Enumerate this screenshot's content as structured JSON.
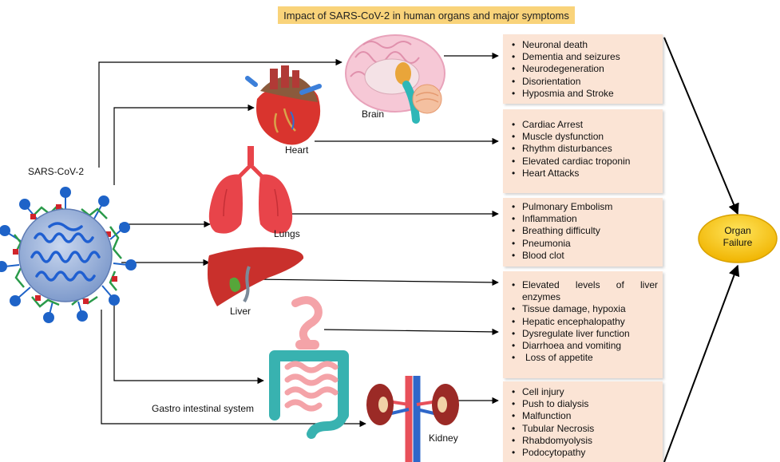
{
  "title": "Impact of SARS-CoV-2 in human organs and major symptoms",
  "virus_label": "SARS-CoV-2",
  "organs": {
    "brain": {
      "label": "Brain",
      "symptoms": [
        "Neuronal death",
        "Dementia and seizures",
        "Neurodegeneration",
        "Disorientation",
        "Hyposmia and Stroke"
      ]
    },
    "heart": {
      "label": "Heart",
      "symptoms": [
        "Cardiac Arrest",
        "Muscle dysfunction",
        "Rhythm disturbances",
        "Elevated cardiac troponin",
        "Heart Attacks"
      ]
    },
    "lungs": {
      "label": "Lungs",
      "symptoms": [
        "Pulmonary Embolism",
        "Inflammation",
        "Breathing difficulty",
        "Pneumonia",
        "Blood clot"
      ]
    },
    "liver": {
      "label": "Liver",
      "symptoms": [
        "Elevated levels of liver",
        "enzymes",
        "Tissue damage, hypoxia",
        "Hepatic encephalopathy",
        "Dysregulate liver function",
        "Diarrhoea and vomiting",
        "Loss of appetite"
      ]
    },
    "gi": {
      "label": "Gastro intestinal system"
    },
    "kidney": {
      "label": "Kidney",
      "symptoms": [
        "Cell injury",
        "Push to dialysis",
        "Malfunction",
        "Tubular Necrosis",
        "Rhabdomyolysis",
        "Podocytopathy"
      ]
    }
  },
  "outcome": {
    "line1": "Organ",
    "line2": "Failure"
  },
  "colors": {
    "title_bg": "#f9d37a",
    "symptom_box_bg": "#fbe4d5",
    "organ_failure_fill": "#f5c518",
    "virus_body": "#8fa9d6",
    "virus_rna": "#1f5fd1",
    "spike": "#1e63c8",
    "lung": "#e8444a",
    "liver": "#c9302c",
    "gi_small": "#f4a3a8",
    "gi_large": "#38b2b0",
    "kidney": "#9b2a26"
  }
}
